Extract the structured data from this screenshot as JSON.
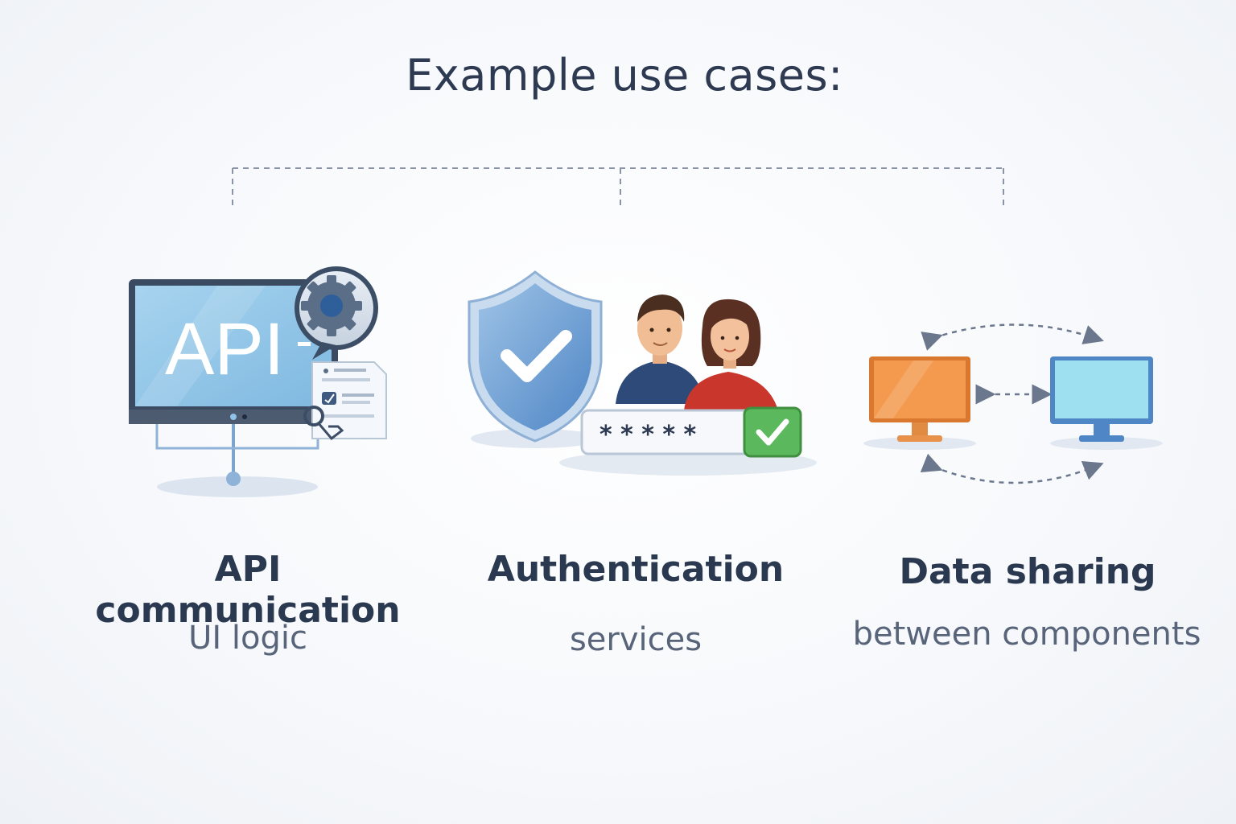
{
  "title": "Example use cases:",
  "cases": [
    {
      "label": "API communication",
      "sublabel": "UI logic",
      "icon": "api-monitor-icon",
      "screen_text": "API"
    },
    {
      "label": "Authentication",
      "sublabel": "services",
      "icon": "shield-users-password-icon",
      "password_mask": "* * * * *"
    },
    {
      "label": "Data sharing",
      "sublabel": "between components",
      "icon": "computers-exchange-icon"
    }
  ],
  "colors": {
    "heading": "#2d3a52",
    "subtext": "#58647a",
    "accent_blue": "#4f86c6",
    "accent_orange": "#f08a3c",
    "accent_green": "#4caf50"
  }
}
